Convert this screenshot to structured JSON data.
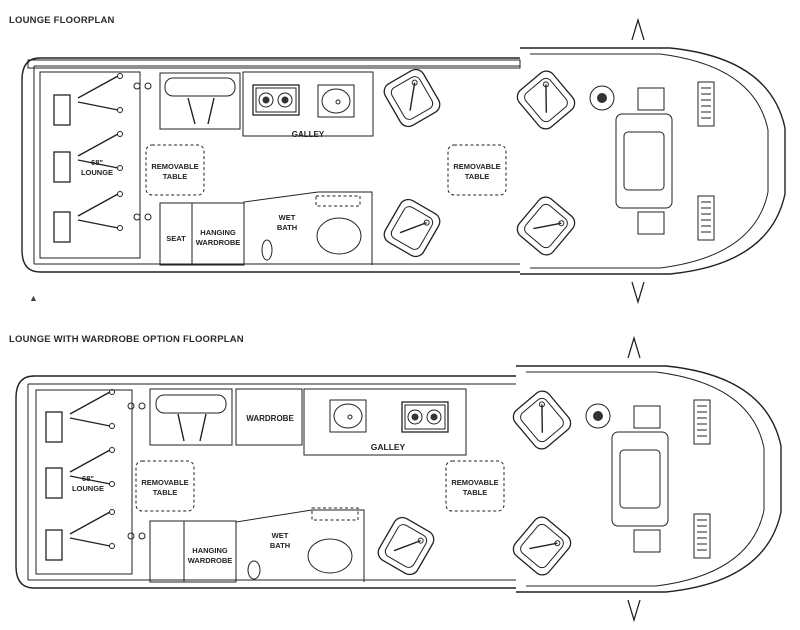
{
  "plans": [
    {
      "heading": "LOUNGE FLOORPLAN",
      "labels": {
        "galley": "GALLEY",
        "lounge_line1": "68\"",
        "lounge_line2": "LOUNGE",
        "table_a_line1": "REMOVABLE",
        "table_a_line2": "TABLE",
        "table_b_line1": "REMOVABLE",
        "table_b_line2": "TABLE",
        "seat": "SEAT",
        "wardrobe_line1": "HANGING",
        "wardrobe_line2": "WARDROBE",
        "bath_line1": "WET",
        "bath_line2": "BATH"
      },
      "caption_partial": "▲"
    },
    {
      "heading": "LOUNGE WITH WARDROBE OPTION FLOORPLAN",
      "labels": {
        "galley": "GALLEY",
        "wardrobe": "WARDROBE",
        "lounge_line1": "68\"",
        "lounge_line2": "LOUNGE",
        "table_a_line1": "REMOVABLE",
        "table_a_line2": "TABLE",
        "table_b_line1": "REMOVABLE",
        "table_b_line2": "TABLE",
        "wardrobe_line1": "HANGING",
        "wardrobe_line2": "WARDROBE",
        "bath_line1": "WET",
        "bath_line2": "BATH"
      }
    }
  ],
  "colors": {
    "line": "#222222",
    "background": "#ffffff"
  }
}
